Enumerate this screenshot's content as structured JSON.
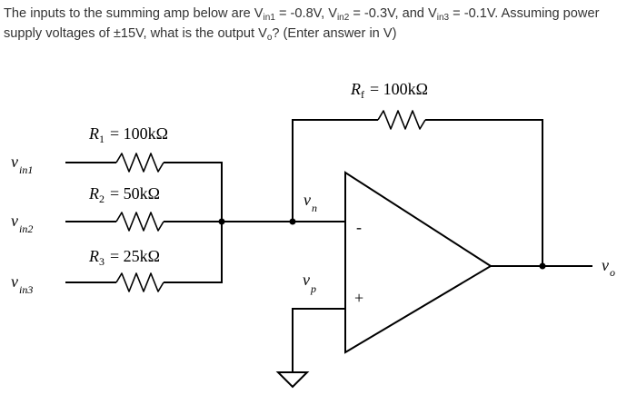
{
  "question": {
    "p1": "The inputs to the summing amp below are V",
    "s1": "in1",
    "p2": " = -0.8V, V",
    "s2": "in2",
    "p3": " = -0.3V, and V",
    "s3": "in3",
    "p4": " = -0.1V. Assuming power supply voltages of ±15V, what is the output V",
    "s4": "o",
    "p5": "? (Enter answer in V)"
  },
  "circuit": {
    "rf": {
      "sym": "R",
      "sub": "f",
      "value": "= 100kΩ"
    },
    "r1": {
      "sym": "R",
      "sub": "1",
      "value": "= 100kΩ"
    },
    "r2": {
      "sym": "R",
      "sub": "2",
      "value": "= 50kΩ"
    },
    "r3": {
      "sym": "R",
      "sub": "3",
      "value": "= 25kΩ"
    },
    "vin1": {
      "sym": "v",
      "sub": "in1"
    },
    "vin2": {
      "sym": "v",
      "sub": "in2"
    },
    "vin3": {
      "sym": "v",
      "sub": "in3"
    },
    "vn": {
      "sym": "v",
      "sub": "n"
    },
    "vp": {
      "sym": "v",
      "sub": "p"
    },
    "vo": {
      "sym": "v",
      "sub": "o"
    },
    "minus": "-",
    "plus": "+"
  }
}
